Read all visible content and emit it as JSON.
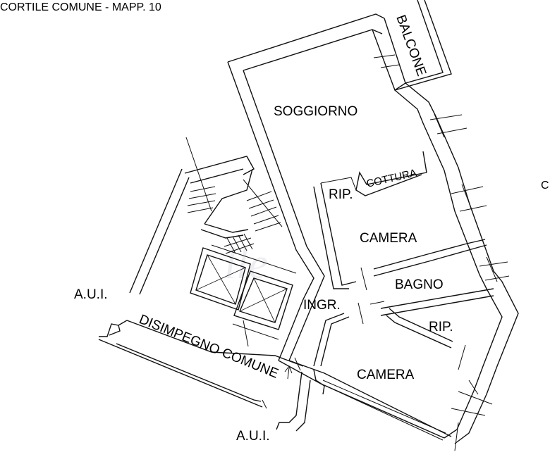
{
  "header": {
    "courtyard": "CORTILE COMUNE - MAPP. 10",
    "edge_letter": "C"
  },
  "rooms": {
    "soggiorno": "SOGGIORNO",
    "balcone": "BALCONE",
    "cottura": "COTTURA",
    "rip_upper": "RIP.",
    "camera_upper": "CAMERA",
    "bagno": "BAGNO",
    "ingr": "INGR.",
    "rip_lower": "RIP.",
    "camera_lower": "CAMERA"
  },
  "common": {
    "aui_left": "A.U.I.",
    "aui_bottom": "A.U.I.",
    "disimpegno": "DISIMPEGNO COMUNE"
  },
  "colors": {
    "line": "#111111",
    "background": "#ffffff"
  }
}
